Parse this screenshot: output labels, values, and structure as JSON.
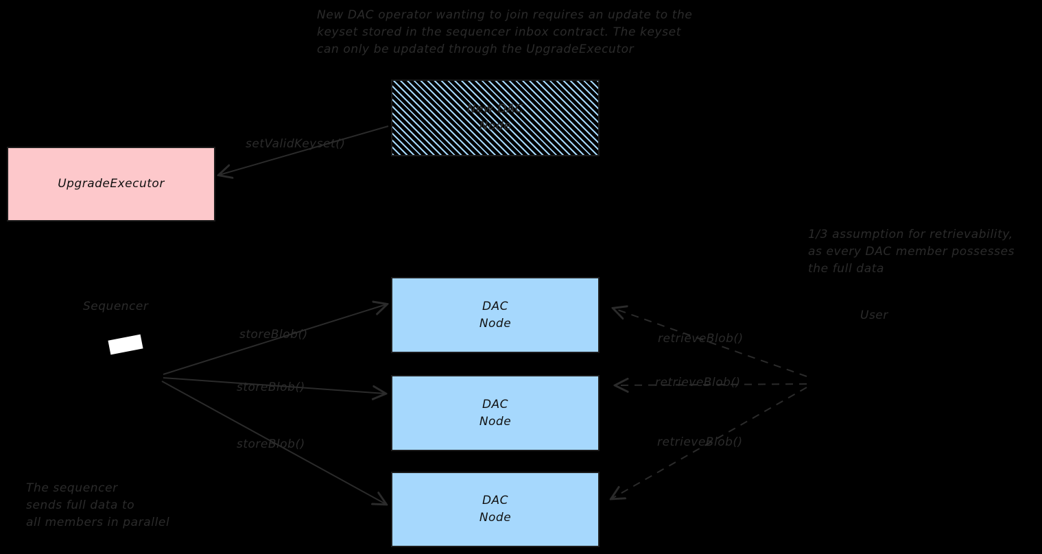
{
  "diagram": {
    "title_note": "New DAC operator wanting to join requires an update to the\nkeyset stored in the sequencer inbox contract. The keyset\ncan only be updated through the UpgradeExecutor",
    "retrievability_note": "1/3 assumption for retrievability,\nas every DAC member possesses\nthe full data",
    "sequencer_note": "The sequencer\nsends full data to\nall members in parallel",
    "nodes": {
      "new_dac_node": "New DAC\nNode",
      "upgrade_executor": "UpgradeExecutor",
      "dac_node_1": "DAC\nNode",
      "dac_node_2": "DAC\nNode",
      "dac_node_3": "DAC\nNode"
    },
    "actors": {
      "sequencer": "Sequencer",
      "user": "User"
    },
    "edges": {
      "set_valid_keyset": "setValidKeyset()",
      "store_blob_1": "storeBlob()",
      "store_blob_2": "storeBlob()",
      "store_blob_3": "storeBlob()",
      "retrieve_blob_1": "retrieveBlob()",
      "retrieve_blob_2": "retrieveBlob()",
      "retrieve_blob_3": "retrieveBlob()"
    },
    "colors": {
      "background": "#000000",
      "upgrade_executor_fill": "#fdc8cb",
      "dac_node_fill": "#a6d8fd",
      "stroke": "#2b2b2b",
      "text": "#2b2b2b",
      "sequencer_icon": "#ffffff"
    }
  }
}
